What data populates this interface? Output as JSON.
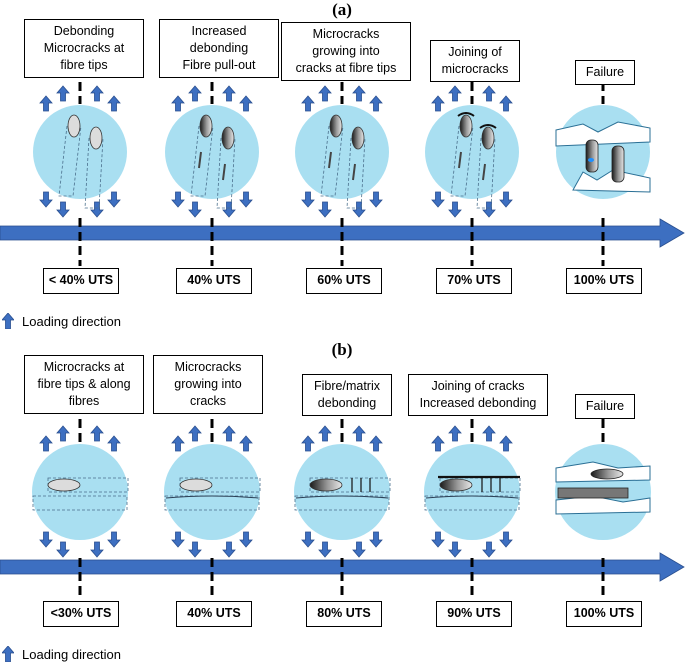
{
  "panels": [
    {
      "title": "(a)",
      "stages": [
        {
          "label": "Debonding\nMicrocracks at\nfibre tips",
          "uts": "< 40% UTS"
        },
        {
          "label": "Increased\ndebonding\nFibre pull-out",
          "uts": "40% UTS"
        },
        {
          "label": "Microcracks\ngrowing into\ncracks at fibre tips",
          "uts": "60% UTS"
        },
        {
          "label": "Joining of\nmicrocracks",
          "uts": "70% UTS"
        },
        {
          "label": "Failure",
          "uts": "100% UTS"
        }
      ],
      "legend": "Loading direction"
    },
    {
      "title": "(b)",
      "stages": [
        {
          "label": "Microcracks at\nfibre tips & along\nfibres",
          "uts": "<30% UTS"
        },
        {
          "label": "Microcracks\ngrowing into\ncracks",
          "uts": "40% UTS"
        },
        {
          "label": "Fibre/matrix\ndebonding",
          "uts": "80% UTS"
        },
        {
          "label": "Joining of cracks\nIncreased debonding",
          "uts": "90% UTS"
        },
        {
          "label": "Failure",
          "uts": "100% UTS"
        }
      ],
      "legend": "Loading direction"
    }
  ],
  "colors": {
    "specimen": "#a9dff1",
    "arrow": "#3d6fc1",
    "arrow_edge": "#2a4f8f",
    "timeline": "#3d6fc1",
    "fibre_fill": "#dcdcdc"
  }
}
